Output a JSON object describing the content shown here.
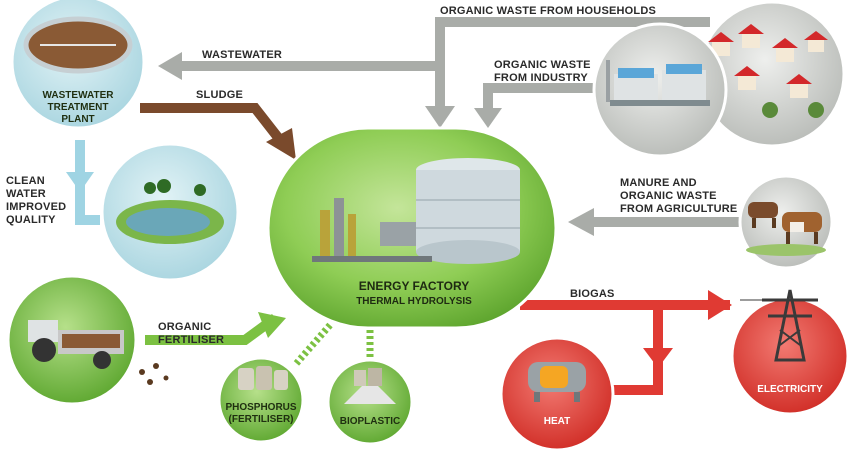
{
  "center": {
    "title": "ENERGY FACTORY",
    "subtitle": "THERMAL HYDROLYSIS"
  },
  "nodes": {
    "wastewater_plant": [
      "WASTEWATER",
      "TREATMENT",
      "PLANT"
    ],
    "clean_water": [
      "CLEAN",
      "WATER",
      "IMPROVED",
      "QUALITY"
    ],
    "phosphorus": [
      "PHOSPHORUS",
      "(FERTILISER)"
    ],
    "bioplastic": "BIOPLASTIC",
    "heat": "HEAT",
    "electricity": "ELECTRICITY"
  },
  "flows": {
    "wastewater": "WASTEWATER",
    "sludge": "SLUDGE",
    "households": "ORGANIC WASTE FROM HOUSEHOLDS",
    "industry": [
      "ORGANIC WASTE",
      "FROM INDUSTRY"
    ],
    "agriculture": [
      "MANURE AND",
      "ORGANIC WASTE",
      "FROM AGRICULTURE"
    ],
    "biogas": "BIOGAS",
    "fertiliser": [
      "ORGANIC",
      "FERTILISER"
    ]
  },
  "colors": {
    "grey_arrow": "#a9aca8",
    "brown_arrow": "#7a4a2c",
    "red_arrow": "#e03a33",
    "green_arrow": "#7cc142",
    "factory": "#86c94d",
    "water_node": "#b5dde6",
    "red_node": "#e3413a",
    "grey_node": "#c7c9c6"
  }
}
